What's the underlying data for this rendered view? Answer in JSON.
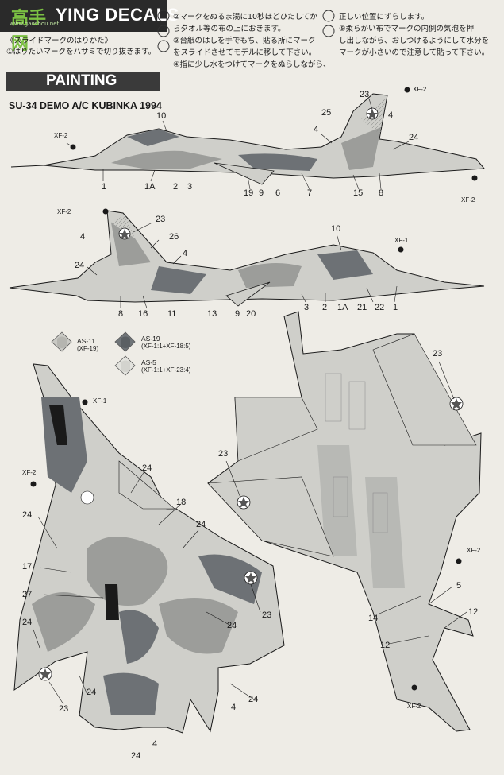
{
  "header": {
    "title": "APPLYING DECALS",
    "title_visible": "YING DECALS",
    "logo_text": "高手网",
    "logo_url": "www.gaoshou.net"
  },
  "instructions": {
    "subhead": "《スライドマークのはりかた》",
    "steps": [
      "①はりたいマークをハサミで切り抜きます。",
      "②マークをぬるま湯に10秒ほどひたしてか",
      "ら夕オル等の布の上におきます。",
      "③台紙のはしを手でもち、貼る所にマーク",
      "をスライドさせてモデルに移して下さい。",
      "④指に少し水をつけてマークをぬらしながら、",
      "正しい位置にずらします。",
      "⑤柔らかい布でマークの内側の気泡を押",
      "し出しながら、おしつけるようにして水分を",
      "マークが小さいので注意して貼って下さい。"
    ]
  },
  "painting": {
    "title": "PAINTING",
    "aircraft": "SU-34 DEMO A/C KUBINKA 1994"
  },
  "swatches": [
    {
      "code": "AS-11",
      "mix": "(XF-19)",
      "color": "#c9c9c4"
    },
    {
      "code": "AS-19",
      "mix": "(XF-1:1+XF-18:5)",
      "color": "#6f7478"
    },
    {
      "code": "AS-5",
      "mix": "(XF-1:1+XF-23:4)",
      "color": "#e3e3de"
    }
  ],
  "colors": {
    "paper": "#eeece6",
    "camo_light": "#cfcfca",
    "camo_mid": "#9c9d9a",
    "camo_dark": "#6d7175",
    "ink": "#1a1a1a"
  },
  "callouts": {
    "top_side": [
      "23",
      "4",
      "25",
      "4",
      "10",
      "24",
      "1",
      "1A",
      "2",
      "3",
      "19",
      "9",
      "6",
      "7",
      "15",
      "8"
    ],
    "top_side_xf": [
      "XF-2",
      "XF-2",
      "XF-2"
    ],
    "bottom_side": [
      "23",
      "26",
      "4",
      "4",
      "24",
      "10",
      "8",
      "16",
      "11",
      "13",
      "9",
      "20",
      "3",
      "2",
      "1A",
      "21",
      "22",
      "1"
    ],
    "bottom_side_xf": [
      "XF-2",
      "XF-1"
    ],
    "plan_top": [
      "XF-1",
      "XF-2",
      "24",
      "24",
      "18",
      "24",
      "17",
      "27",
      "23",
      "24",
      "24",
      "23",
      "24",
      "4",
      "24",
      "24",
      "4"
    ],
    "plan_bottom": [
      "23",
      "23",
      "XF-2",
      "5",
      "14",
      "12",
      "12",
      "XF-2"
    ]
  }
}
